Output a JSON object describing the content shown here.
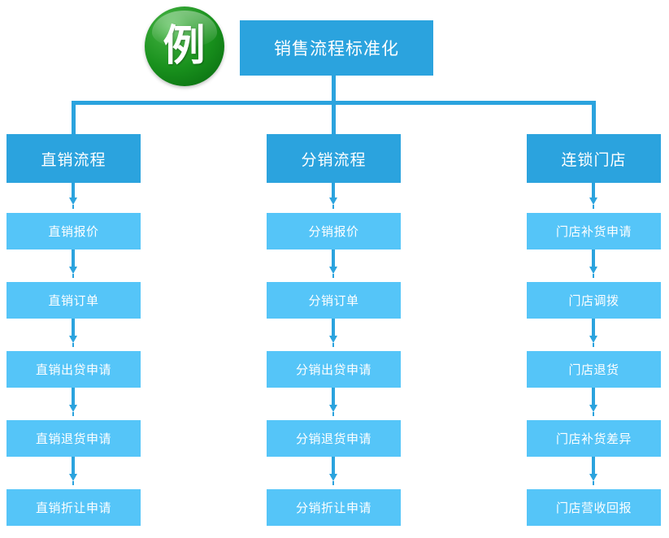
{
  "diagram": {
    "badge": {
      "label": "例"
    },
    "title": {
      "label": "销售流程标准化"
    },
    "columns": [
      {
        "header": "直销流程",
        "steps": [
          "直销报价",
          "直销订单",
          "直销出贷申请",
          "直销退货申请",
          "直销折让申请"
        ]
      },
      {
        "header": "分销流程",
        "steps": [
          "分销报价",
          "分销订单",
          "分销出贷申请",
          "分销退货申请",
          "分销折让申请"
        ]
      },
      {
        "header": "连锁门店",
        "steps": [
          "门店补货申请",
          "门店调拨",
          "门店退货",
          "门店补货差异",
          "门店营收回报"
        ]
      }
    ],
    "colors": {
      "header_blue": "#2BA3DE",
      "step_blue": "#55C5F8",
      "badge_green": "#19911D",
      "background": "#FFFFFF",
      "text": "#FFFFFF"
    }
  }
}
